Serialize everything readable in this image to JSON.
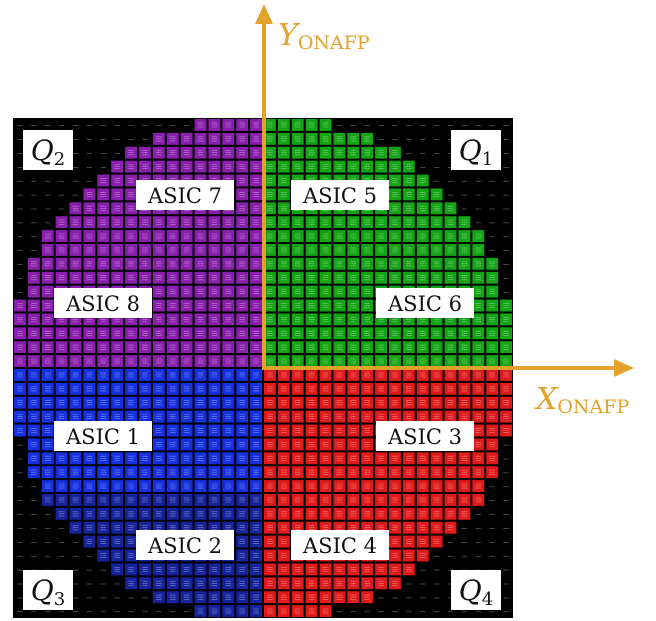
{
  "asic_labels": [
    "ASIC 7",
    "ASIC 5",
    "ASIC 8",
    "ASIC 6",
    "ASIC 1",
    "ASIC 3",
    "ASIC 2",
    "ASIC 4"
  ],
  "quadrants": [
    {
      "letter": "Q",
      "sub": "2"
    },
    {
      "letter": "Q",
      "sub": "1"
    },
    {
      "letter": "Q",
      "sub": "3"
    },
    {
      "letter": "Q",
      "sub": "4"
    }
  ],
  "axes": {
    "y": {
      "letter": "Y",
      "sub": "ONAFP"
    },
    "x": {
      "letter": "X",
      "sub": "ONAFP"
    }
  },
  "colors": {
    "asic_7": "#8a1fae",
    "asic_8": "#8a1fae",
    "asic_5": "#14a514",
    "asic_6": "#14a514",
    "asic_1": "#1530e0",
    "asic_2": "#16239c",
    "asic_3": "#e01a1a",
    "asic_4": "#e01a1a",
    "axis": "#e3a22b",
    "outside": "#000000"
  },
  "pixel_grid": {
    "cols": 36,
    "rows": 36
  }
}
